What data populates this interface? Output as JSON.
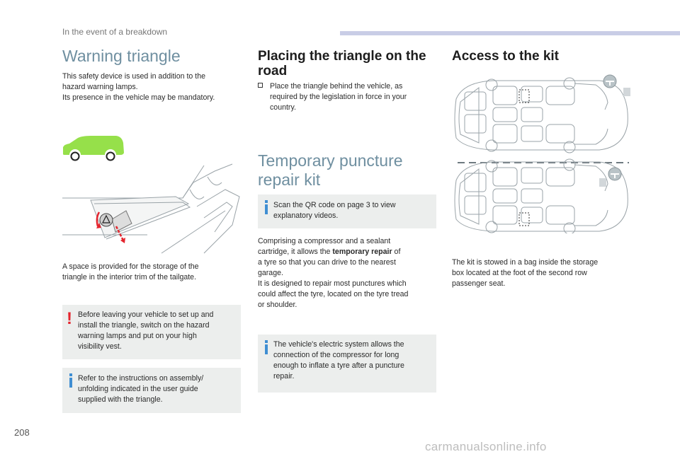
{
  "header": {
    "section": "In the event of a breakdown"
  },
  "col1": {
    "title": "Warning triangle",
    "intro_1": "This safety device is used in addition to the",
    "intro_2": "hazard warning lamps.",
    "intro_3": "Its presence in the vehicle may be mandatory.",
    "storage_1": "A space is provided for the storage of the",
    "storage_2": "triangle in the interior trim of the tailgate.",
    "warning": [
      "Before leaving your vehicle to set up and",
      "install the triangle, switch on the hazard",
      "warning lamps and put on your high",
      "visibility vest."
    ],
    "note": [
      "Refer to the instructions on assembly/",
      "unfolding indicated in the user guide",
      "supplied with the triangle."
    ]
  },
  "col2": {
    "title_1": "Placing the triangle on the",
    "title_2": "road",
    "bullet": [
      "Place the triangle behind the vehicle, as",
      "required by the legislation in force in your",
      "country."
    ],
    "kit_title_1": "Temporary puncture",
    "kit_title_2": "repair kit",
    "qr_note": [
      "Scan the QR code on page 3 to view",
      "explanatory videos."
    ],
    "body_1": "Comprising a compressor and a sealant",
    "body_2a": "cartridge, it allows the ",
    "body_2b": "temporary repair",
    "body_2c": " of",
    "body_3": "a tyre so that you can drive to the nearest",
    "body_4": "garage.",
    "body_5": "It is designed to repair most punctures which",
    "body_6": "could affect the tyre, located on the tyre tread",
    "body_7": "or shoulder.",
    "elec_note": [
      "The vehicle's electric system allows the",
      "connection of the compressor for long",
      "enough to inflate a tyre after a puncture",
      "repair."
    ]
  },
  "col3": {
    "title": "Access to the kit",
    "caption": [
      "The kit is stowed in a bag inside the storage",
      "box located at the foot of the second row",
      "passenger seat."
    ]
  },
  "footer": {
    "page_number": "208",
    "watermark": "carmanualsonline.info"
  },
  "colors": {
    "accent_blue": "#3f8ed2",
    "warning_red": "#e4242d",
    "car_green": "#96e04a",
    "header_bar": "#c9cde6",
    "box_bg": "#eceeed"
  },
  "icons": [
    "exclamation-icon",
    "info-icon",
    "bullet-square-icon",
    "car-silhouette-icon",
    "steering-wheel-icon",
    "seat-icon"
  ]
}
